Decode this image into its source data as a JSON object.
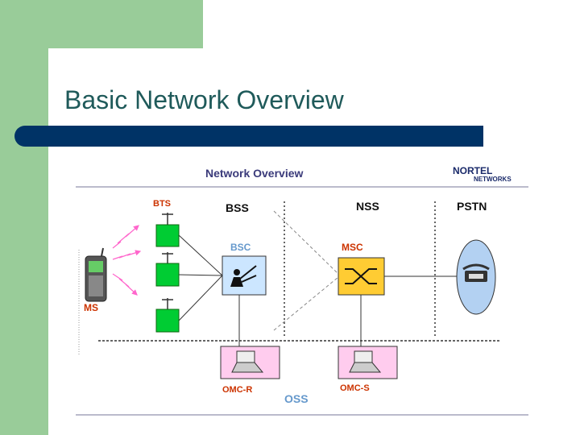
{
  "slide": {
    "title": "Basic Network Overview"
  },
  "diagram": {
    "header": "Network Overview",
    "logo": {
      "line1": "NORTEL",
      "line2": "NETWORKS"
    },
    "sections": {
      "bss": "BSS",
      "nss": "NSS",
      "pstn": "PSTN",
      "oss": "OSS"
    },
    "nodes": {
      "bts": "BTS",
      "bsc": "BSC",
      "msc": "MSC",
      "ms": "MS",
      "omc_r": "OMC-R",
      "omc_s": "OMC-S"
    }
  },
  "colors": {
    "background_green": "#99cc99",
    "title_bar": "#003366",
    "title_text": "#1f5a5a",
    "bts_green": "#00cc33",
    "bsc_box": "#cce6ff",
    "msc_box": "#ffcc33",
    "omc_box": "#ffccee",
    "label_red": "#cc3300",
    "label_blue": "#6699cc"
  }
}
